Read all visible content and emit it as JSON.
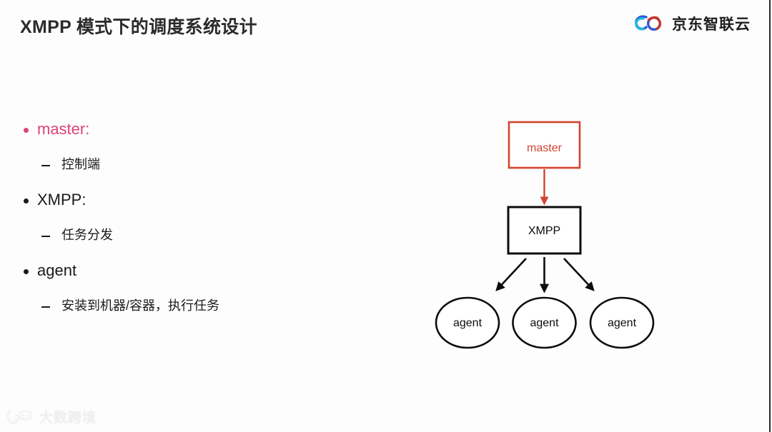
{
  "slide": {
    "title": "XMPP 模式下的调度系统设计",
    "background_color": "#fdfdfd"
  },
  "brand": {
    "name": "京东智联云",
    "mark_icon": "jd-cloud-logo-icon",
    "colors": {
      "blue": "#2f5ad0",
      "cyan": "#22b8e0",
      "red": "#c8352b"
    }
  },
  "bullets": {
    "accent_color": "#e0427a",
    "items": [
      {
        "level": 1,
        "label": "master:",
        "accent": true
      },
      {
        "level": 2,
        "label": "控制端",
        "accent": false
      },
      {
        "level": 1,
        "label": "XMPP:",
        "accent": false
      },
      {
        "level": 2,
        "label": "任务分发",
        "accent": false
      },
      {
        "level": 1,
        "label": "agent",
        "accent": false
      },
      {
        "level": 2,
        "label": "安装到机器/容器，执行任务",
        "accent": false
      }
    ]
  },
  "diagram": {
    "type": "flow",
    "nodes": {
      "master": {
        "label": "master",
        "shape": "rectangle",
        "stroke_color": "#d2452f",
        "text_color": "#d2452f"
      },
      "xmpp": {
        "label": "XMPP",
        "shape": "rectangle",
        "stroke_color": "#0d0d0d",
        "text_color": "#0d0d0d"
      },
      "agent_left": {
        "label": "agent",
        "shape": "ellipse",
        "stroke_color": "#0d0d0d",
        "text_color": "#0d0d0d"
      },
      "agent_center": {
        "label": "agent",
        "shape": "ellipse",
        "stroke_color": "#0d0d0d",
        "text_color": "#0d0d0d"
      },
      "agent_right": {
        "label": "agent",
        "shape": "ellipse",
        "stroke_color": "#0d0d0d",
        "text_color": "#0d0d0d"
      }
    },
    "edges": [
      {
        "from": "master",
        "to": "xmpp",
        "color": "#d2452f"
      },
      {
        "from": "xmpp",
        "to": "agent_left",
        "color": "#0d0d0d"
      },
      {
        "from": "xmpp",
        "to": "agent_center",
        "color": "#0d0d0d"
      },
      {
        "from": "xmpp",
        "to": "agent_right",
        "color": "#0d0d0d"
      }
    ]
  },
  "watermark": {
    "text": "大数跨境",
    "mark_icon": "dashujingjing-logo-icon"
  }
}
